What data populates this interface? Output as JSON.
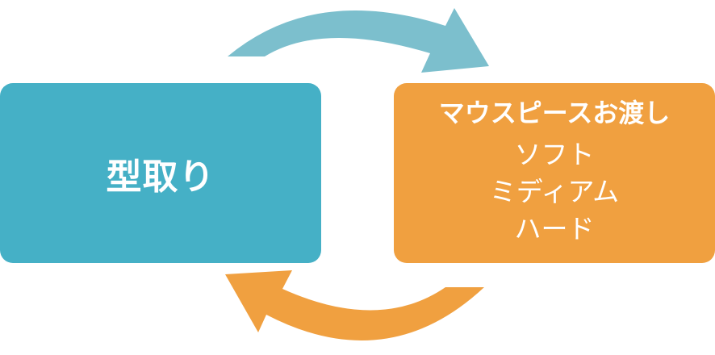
{
  "diagram": {
    "left_box": {
      "title": "型取り",
      "color": "#45b0c6"
    },
    "right_box": {
      "title": "マウスピースお渡し",
      "color": "#f0a040",
      "options": [
        "ソフト",
        "ミディアム",
        "ハード"
      ]
    },
    "arrow_top": {
      "color": "#7cbfcd",
      "direction": "left-to-right"
    },
    "arrow_bottom": {
      "color": "#f0a040",
      "direction": "right-to-left"
    }
  }
}
